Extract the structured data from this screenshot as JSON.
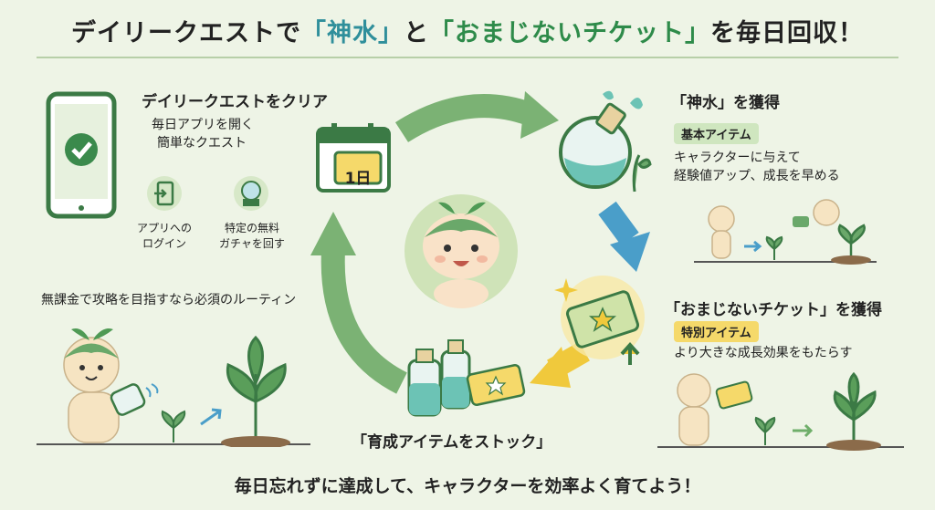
{
  "title": {
    "prefix": "デイリークエストで",
    "item1": "「神水」",
    "mid": "と",
    "item2": "「おまじないチケット」",
    "suffix": "を毎日回収！"
  },
  "daily": {
    "heading": "デイリークエストをクリア",
    "desc_line1": "毎日アプリを開く",
    "desc_line2": "簡単なクエスト",
    "login_line1": "アプリへの",
    "login_line2": "ログイン",
    "gacha_line1": "特定の無料",
    "gacha_line2": "ガチャを回す",
    "calendar_day": "1日"
  },
  "divine_water": {
    "heading": "「神水」を獲得",
    "badge": "基本アイテム",
    "desc_line1": "キャラクターに与えて",
    "desc_line2": "経験値アップ、成長を早める"
  },
  "ticket": {
    "heading": "「おまじないチケット」を獲得",
    "badge": "特別アイテム",
    "desc": "より大きな成長効果をもたらす"
  },
  "stock": {
    "heading": "「育成アイテムをストック」"
  },
  "routine": "無課金で攻略を目指すなら必須のルーティン",
  "footer": "毎日忘れずに達成して、キャラクターを効率よく育てよう！",
  "colors": {
    "accent_green": "#2e8b4a",
    "accent_teal": "#2f8f9b",
    "badge_green": "#cfe6bf",
    "badge_yellow": "#f5d96a",
    "arrow_green": "#6fae6a",
    "arrow_blue": "#4a9ec9",
    "arrow_yellow": "#f0c93c"
  }
}
